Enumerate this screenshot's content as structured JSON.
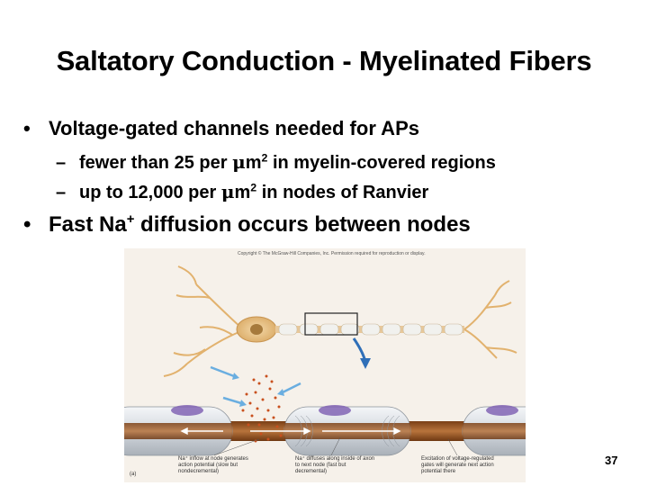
{
  "slide": {
    "title": "Saltatory Conduction - Myelinated Fibers",
    "bullet1": "Voltage-gated channels needed for APs",
    "sub1": {
      "pre": "fewer than 25 per ",
      "mu": "μ",
      "unit": "m",
      "sup": "2",
      "post": " in myelin-covered regions"
    },
    "sub2": {
      "pre": "up to 12,000 per ",
      "mu": "μ",
      "unit": "m",
      "sup": "2",
      "post": " in nodes of Ranvier"
    },
    "bullet2": {
      "pre": "Fast Na",
      "sup": "+",
      "post": " diffusion occurs between nodes"
    },
    "bullet_marker": "•",
    "sub_marker": "–",
    "page_number": "37"
  },
  "figure": {
    "copyright": "Copyright © The McGraw-Hill Companies, Inc. Permission required for reproduction or display.",
    "caption_left": "Na⁺ inflow at node generates action potential (slow but nondecremental)",
    "caption_middle": "Na⁺ diffuses along inside of axon to next node (fast but decremental)",
    "caption_right": "Excitation of voltage-regulated gates will generate next action potential there",
    "panel_letter": "(a)",
    "colors": {
      "axon": "#a8632e",
      "myelin": "#d9dde2",
      "dendrite": "#e2b26e",
      "arrow": "#2f6fb8",
      "nucleus": "#7a5bb0"
    }
  }
}
